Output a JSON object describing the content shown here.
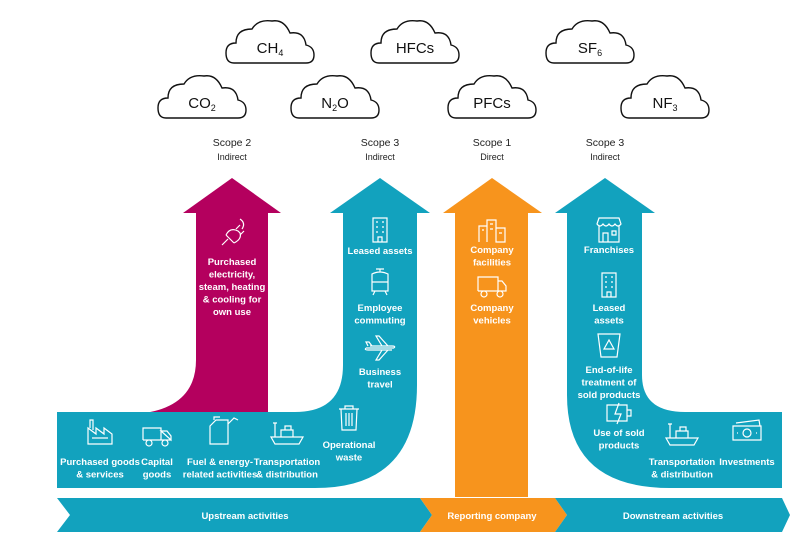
{
  "colors": {
    "teal": "#12a2be",
    "magenta": "#b4005e",
    "orange": "#f7941d",
    "text": "#222222"
  },
  "gases": [
    {
      "id": "co2",
      "base": "CO",
      "sub": "2"
    },
    {
      "id": "ch4",
      "base": "CH",
      "sub": "4"
    },
    {
      "id": "n2o",
      "base": "N",
      "sub": "2",
      "tail": "O"
    },
    {
      "id": "hfcs",
      "base": "HFCs"
    },
    {
      "id": "pfcs",
      "base": "PFCs"
    },
    {
      "id": "sf6",
      "base": "SF",
      "sub": "6"
    },
    {
      "id": "nf3",
      "base": "NF",
      "sub": "3"
    }
  ],
  "scopes": [
    {
      "id": "scope2",
      "title": "Scope 2",
      "subtitle": "Indirect"
    },
    {
      "id": "scope3-up",
      "title": "Scope 3",
      "subtitle": "Indirect"
    },
    {
      "id": "scope1",
      "title": "Scope 1",
      "subtitle": "Direct"
    },
    {
      "id": "scope3-down",
      "title": "Scope 3",
      "subtitle": "Indirect"
    }
  ],
  "items": [
    {
      "id": "purchased-electricity",
      "icon": "plug-icon",
      "lines": [
        "Purchased",
        "electricity,",
        "steam, heating",
        "& cooling for",
        "own use"
      ]
    },
    {
      "id": "leased-assets-up",
      "icon": "office-building-icon",
      "lines": [
        "Leased assets"
      ]
    },
    {
      "id": "employee-commuting",
      "icon": "tram-icon",
      "lines": [
        "Employee",
        "commuting"
      ]
    },
    {
      "id": "business-travel",
      "icon": "airplane-icon",
      "lines": [
        "Business",
        "travel"
      ]
    },
    {
      "id": "operational-waste",
      "icon": "trash-icon",
      "lines": [
        "Operational",
        "waste"
      ]
    },
    {
      "id": "purchased-goods",
      "icon": "factory-icon",
      "lines": [
        "Purchased goods",
        "& services"
      ]
    },
    {
      "id": "capital-goods",
      "icon": "truck-icon",
      "lines": [
        "Capital",
        "goods"
      ]
    },
    {
      "id": "fuel-energy",
      "icon": "fuel-can-icon",
      "lines": [
        "Fuel & energy-",
        "related activities"
      ]
    },
    {
      "id": "transport-up",
      "icon": "ship-icon",
      "lines": [
        "Transportation",
        "& distribution"
      ]
    },
    {
      "id": "company-facilities",
      "icon": "buildings-icon",
      "lines": [
        "Company",
        "facilities"
      ]
    },
    {
      "id": "company-vehicles",
      "icon": "van-icon",
      "lines": [
        "Company",
        "vehicles"
      ]
    },
    {
      "id": "franchises",
      "icon": "storefront-icon",
      "lines": [
        "Franchises"
      ]
    },
    {
      "id": "leased-assets-down",
      "icon": "office-building-icon",
      "lines": [
        "Leased",
        "assets"
      ]
    },
    {
      "id": "end-of-life",
      "icon": "recycle-bin-icon",
      "lines": [
        "End-of-life",
        "treatment of",
        "sold products"
      ]
    },
    {
      "id": "use-of-sold",
      "icon": "battery-icon",
      "lines": [
        "Use of sold",
        "products"
      ]
    },
    {
      "id": "transport-down",
      "icon": "ship-icon",
      "lines": [
        "Transportation",
        "& distribution"
      ]
    },
    {
      "id": "investments",
      "icon": "money-icon",
      "lines": [
        "Investments"
      ]
    }
  ],
  "timeline": {
    "upstream": "Upstream activities",
    "reporting": "Reporting company",
    "downstream": "Downstream activities"
  }
}
